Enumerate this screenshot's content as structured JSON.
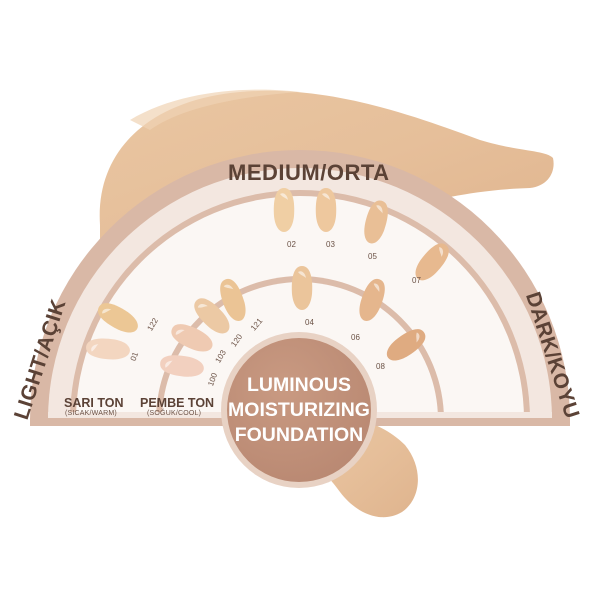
{
  "labels": {
    "medium": "MEDIUM/ORTA",
    "light": "LIGHT/AÇIK",
    "dark": "DARK/KOYU"
  },
  "groups": {
    "sari_title": "SARI TON",
    "sari_sub": "(SICAK/WARM)",
    "pembe_title": "PEMBE TON",
    "pembe_sub": "(SOĞUK/COOL)"
  },
  "center": {
    "line1": "LUMINOUS",
    "line2": "MOISTURIZING",
    "line3": "FOUNDATION"
  },
  "shades": [
    {
      "code": "122",
      "color": "#ecc795"
    },
    {
      "code": "01",
      "color": "#f3d6c0"
    },
    {
      "code": "100",
      "color": "#f2d0bf"
    },
    {
      "code": "103",
      "color": "#efcab2"
    },
    {
      "code": "120",
      "color": "#ecc9a4"
    },
    {
      "code": "121",
      "color": "#ebc495"
    },
    {
      "code": "02",
      "color": "#f0cfa4"
    },
    {
      "code": "03",
      "color": "#eec89e"
    },
    {
      "code": "05",
      "color": "#e9bf96"
    },
    {
      "code": "07",
      "color": "#e7b98f"
    },
    {
      "code": "04",
      "color": "#ebc59b"
    },
    {
      "code": "06",
      "color": "#e5b68d"
    },
    {
      "code": "08",
      "color": "#dfab81"
    }
  ],
  "colors": {
    "arc_border": "#d8b7a6",
    "arc_fill": "#f2e7e0",
    "center_fill": "#bf8e75",
    "text": "#5b4236",
    "smear": "#e7c29e"
  }
}
